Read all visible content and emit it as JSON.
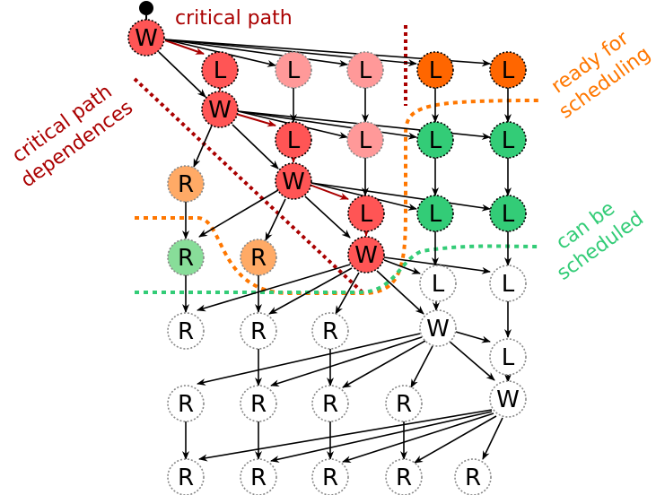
{
  "annotations": {
    "critical_path": "critical path",
    "critical_path_dependences_line1": "critical path",
    "critical_path_dependences_line2": "dependences",
    "ready_line1": "ready for",
    "ready_line2": "scheduling",
    "can_line1": "can be",
    "can_line2": "scheduled"
  },
  "colors": {
    "critical_dark": "#aa0000",
    "critical_node": "#ff5555",
    "light_red": "#ff9999",
    "orange_node": "#ff6600",
    "green_node": "#33cc77",
    "light_green": "#88dd99",
    "peach": "#ffaa66",
    "ready_orange": "#ff7700",
    "can_green": "#33cc77",
    "edge": "#000000"
  },
  "legend": {
    "node_types": [
      "W",
      "L",
      "R"
    ]
  }
}
